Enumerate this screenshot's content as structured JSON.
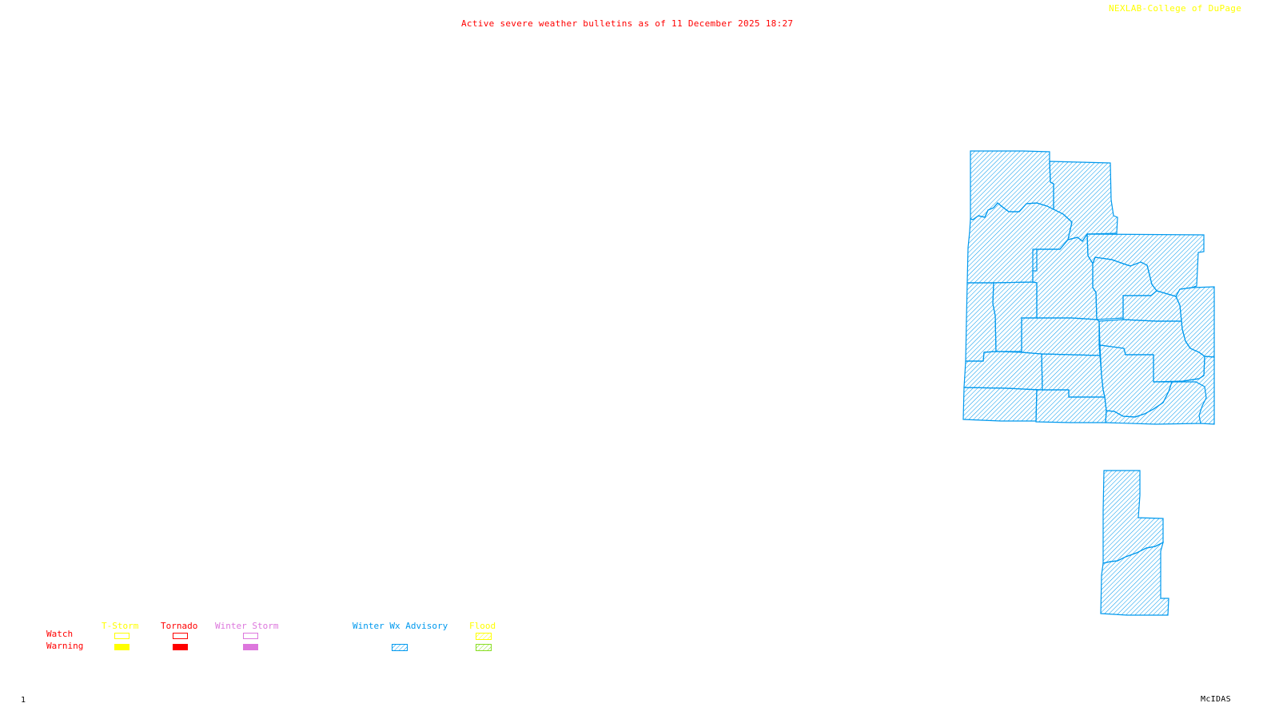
{
  "header": {
    "title": "Active severe weather bulletins as of 11 December 2025 18:27",
    "credit": "NEXLAB-College of DuPage"
  },
  "footer": {
    "frame_number": "1",
    "software": "McIDAS"
  },
  "legend": {
    "row_labels": {
      "watch": "Watch",
      "warning": "Warning"
    },
    "categories": [
      {
        "id": "tstorm",
        "label": "T-Storm",
        "color": "#ffff00",
        "watch_style": "outline",
        "warning_style": "solid",
        "warning_color": "#ffff00"
      },
      {
        "id": "tornado",
        "label": "Tornado",
        "color": "#ff0000",
        "watch_style": "outline",
        "warning_style": "solid",
        "warning_color": "#ff0000"
      },
      {
        "id": "winter-storm",
        "label": "Winter Storm",
        "color": "#dd77dd",
        "watch_style": "outline",
        "warning_style": "solid",
        "warning_color": "#dd77dd"
      },
      {
        "id": "winter-wx-advisory",
        "label": "Winter Wx Advisory",
        "color": "#0099ee",
        "watch_style": "none",
        "warning_style": "hatched",
        "warning_color": "#0099ee"
      },
      {
        "id": "flood",
        "label": "Flood",
        "color": "#ffff00",
        "watch_style": "hatched",
        "warning_style": "hatched",
        "warning_color": "#88dd22"
      }
    ]
  },
  "map": {
    "active_bulletin_type": "Winter Wx Advisory",
    "advisory_color": "#0099ee",
    "regions": [
      {
        "id": "northern-group",
        "name": "advisory-area-north"
      },
      {
        "id": "southern-group",
        "name": "advisory-area-south"
      }
    ]
  }
}
